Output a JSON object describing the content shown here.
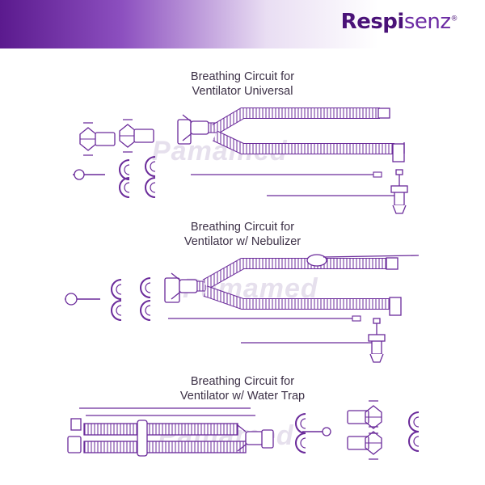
{
  "brand": {
    "logo_bold": "Respi",
    "logo_light": "senz",
    "logo_mark": "®",
    "banner_start_color": "#5b1a8e",
    "logo_color": "#4a1278"
  },
  "sections": [
    {
      "title_line1": "Breathing Circuit for",
      "title_line2": "Ventilator Universal"
    },
    {
      "title_line1": "Breathing Circuit for",
      "title_line2": "Ventilator w/ Nebulizer"
    },
    {
      "title_line1": "Breathing Circuit for",
      "title_line2": "Ventilator w/ Water Trap"
    }
  ],
  "watermark": "Pamamed",
  "line_art_color": "#6a2a9a"
}
